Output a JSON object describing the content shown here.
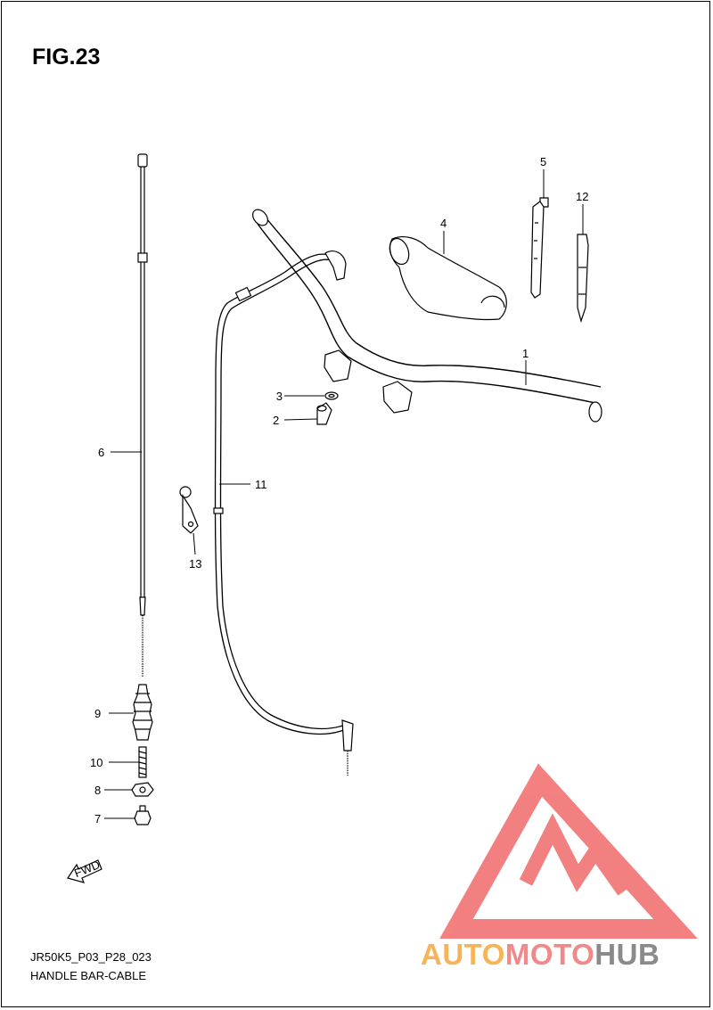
{
  "figure": {
    "title": "FIG.23"
  },
  "callouts": [
    {
      "number": "1"
    },
    {
      "number": "2"
    },
    {
      "number": "3"
    },
    {
      "number": "4"
    },
    {
      "number": "5"
    },
    {
      "number": "6"
    },
    {
      "number": "7"
    },
    {
      "number": "8"
    },
    {
      "number": "9"
    },
    {
      "number": "10"
    },
    {
      "number": "11"
    },
    {
      "number": "12"
    },
    {
      "number": "13"
    }
  ],
  "fwd_badge": "FWD",
  "footer": {
    "code": "JR50K5_P03_P28_023",
    "caption": "HANDLE BAR-CABLE"
  },
  "watermark": {
    "part1": "AUTO",
    "part2": "MOTO",
    "part3": "HUB",
    "colors": {
      "auto": "#f6b45a",
      "moto": "#f08a8a",
      "hub": "#8a8a8a",
      "logo": "#f26a6a"
    }
  }
}
